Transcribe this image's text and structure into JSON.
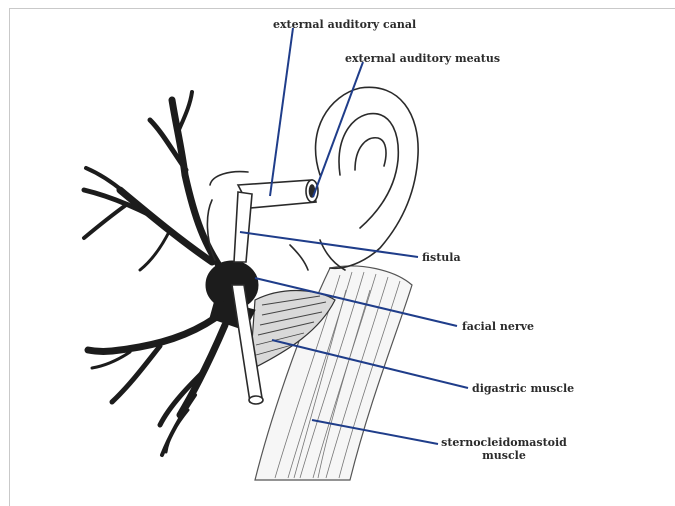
{
  "labels": {
    "canal": "external auditory canal",
    "meatus": "external auditory meatus",
    "fistula": "fistula",
    "facial_nerve": "facial nerve",
    "digastric": "digastric muscle",
    "scm_line1": "sternocleidomastoid",
    "scm_line2": "muscle"
  },
  "colors": {
    "leader_line": "#1f3d8a",
    "ink": "#2a2a2a",
    "shade": "#1c1c1c"
  }
}
